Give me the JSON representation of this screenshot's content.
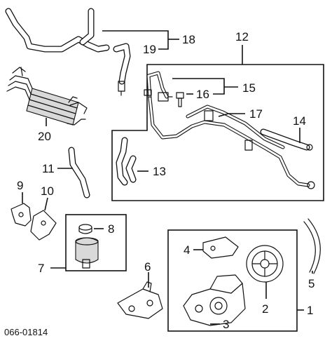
{
  "diagram_code": "066-01814",
  "callouts": {
    "c1": "1",
    "c2": "2",
    "c3": "3",
    "c4": "4",
    "c5": "5",
    "c6": "6",
    "c7": "7",
    "c8": "8",
    "c9": "9",
    "c10": "10",
    "c11": "11",
    "c12": "12",
    "c13": "13",
    "c14": "14",
    "c15": "15",
    "c16": "16",
    "c17": "17",
    "c18": "18",
    "c19": "19",
    "c20": "20"
  }
}
